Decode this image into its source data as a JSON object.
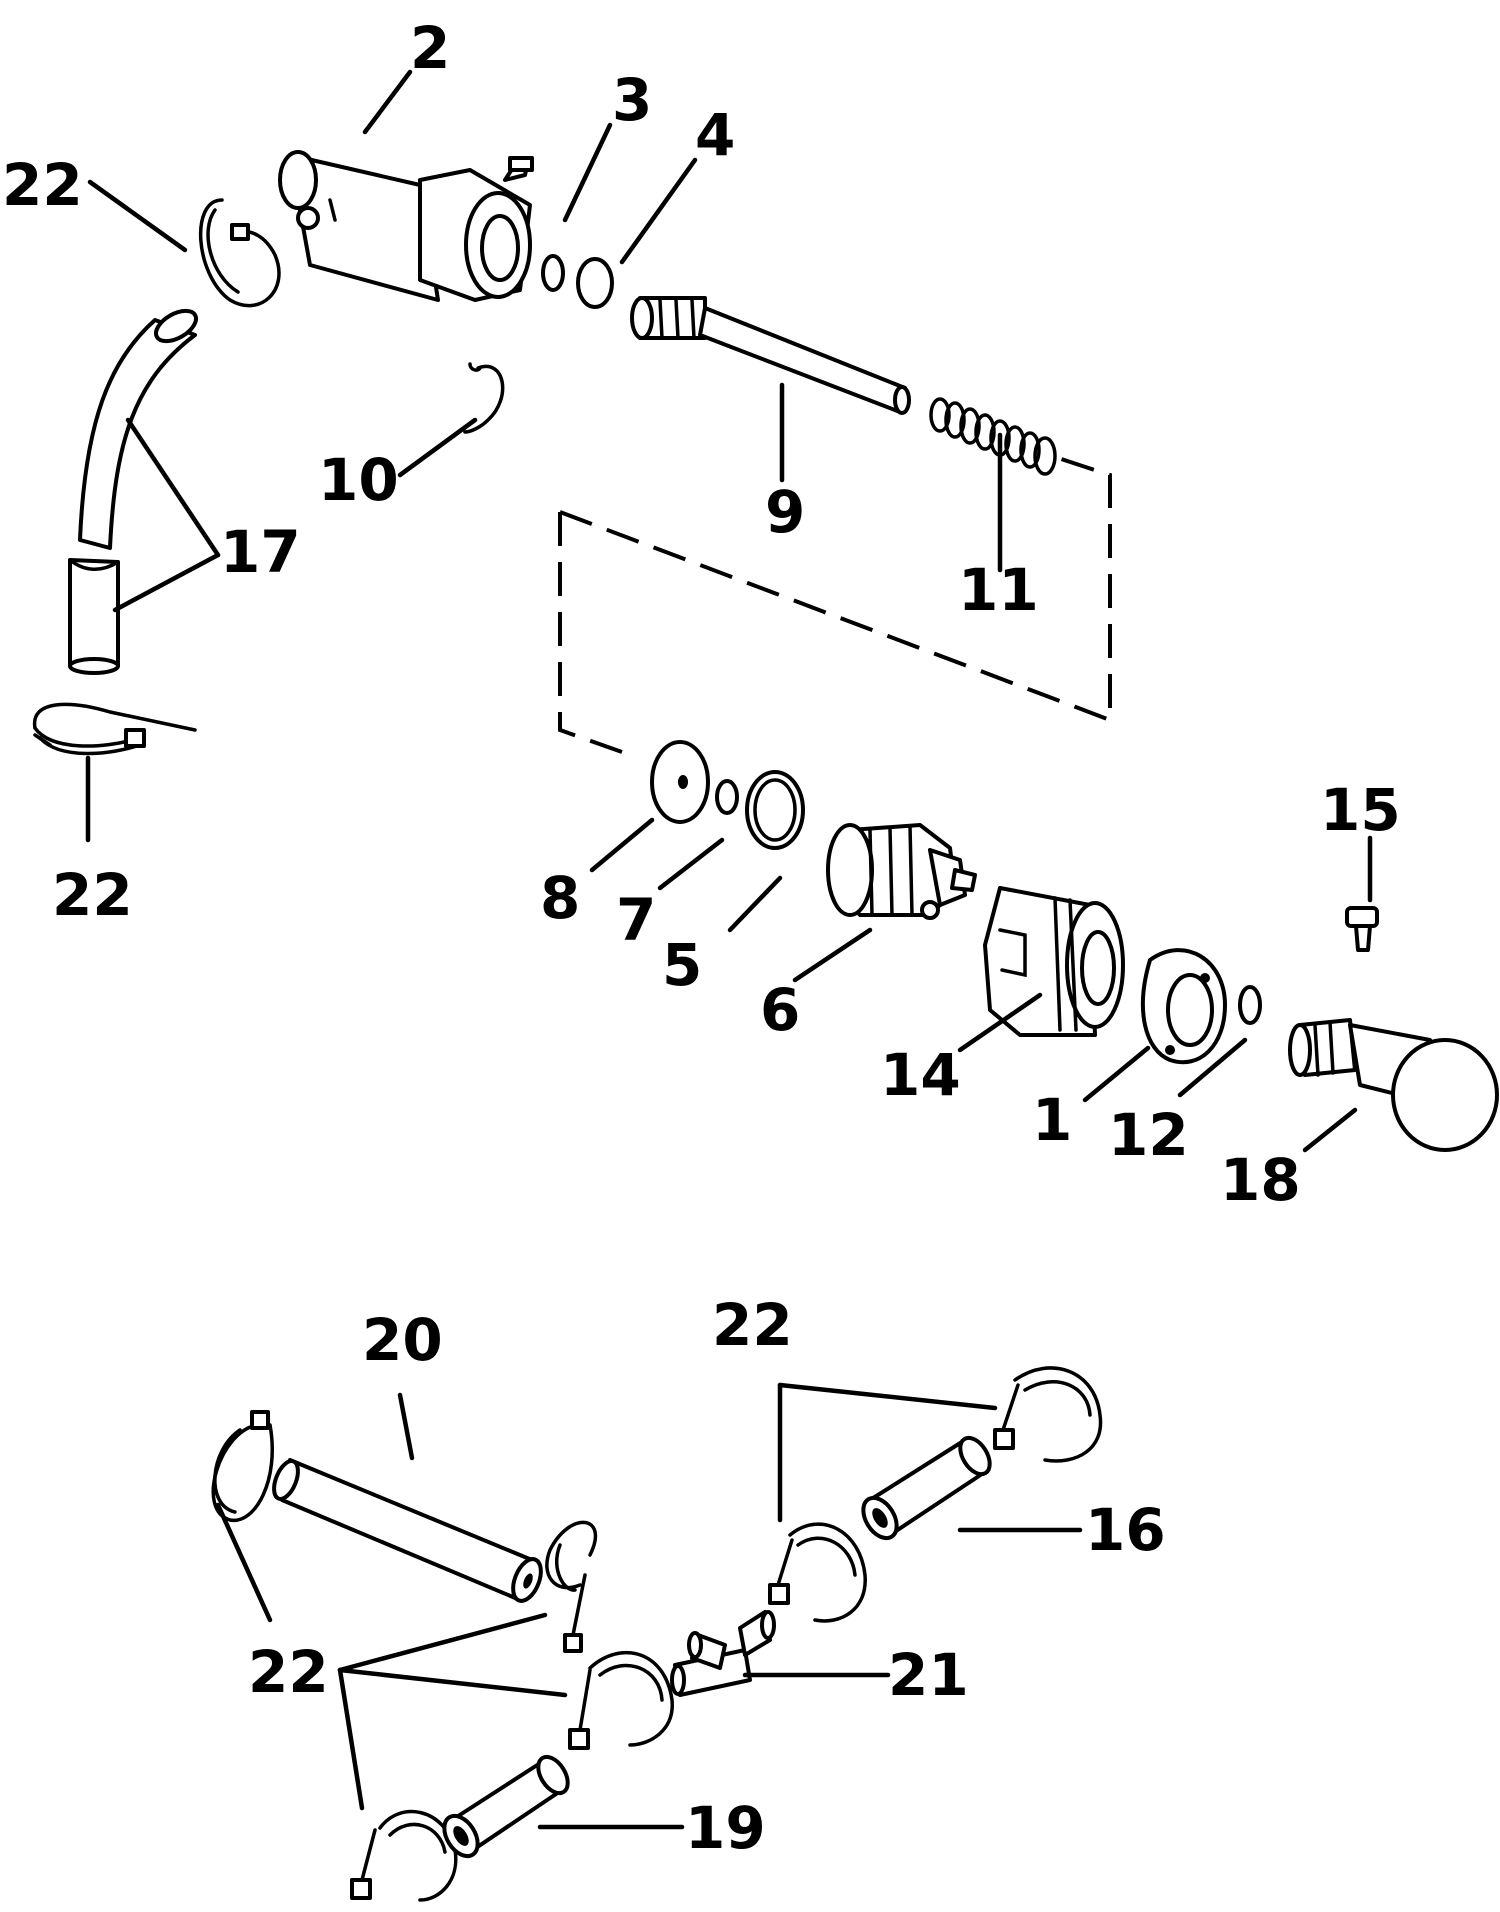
{
  "colors": {
    "ink": "#000000",
    "paper": "#ffffff"
  },
  "labels": {
    "l2": "2",
    "l3": "3",
    "l4": "4",
    "l22a": "22",
    "l22b": "22",
    "l22c": "22",
    "l22d": "22",
    "l10": "10",
    "l9": "9",
    "l11": "11",
    "l17": "17",
    "l15": "15",
    "l8": "8",
    "l7": "7",
    "l5": "5",
    "l6": "6",
    "l14": "14",
    "l1": "1",
    "l12": "12",
    "l18": "18",
    "l20": "20",
    "l16": "16",
    "l21": "21",
    "l19": "19"
  }
}
